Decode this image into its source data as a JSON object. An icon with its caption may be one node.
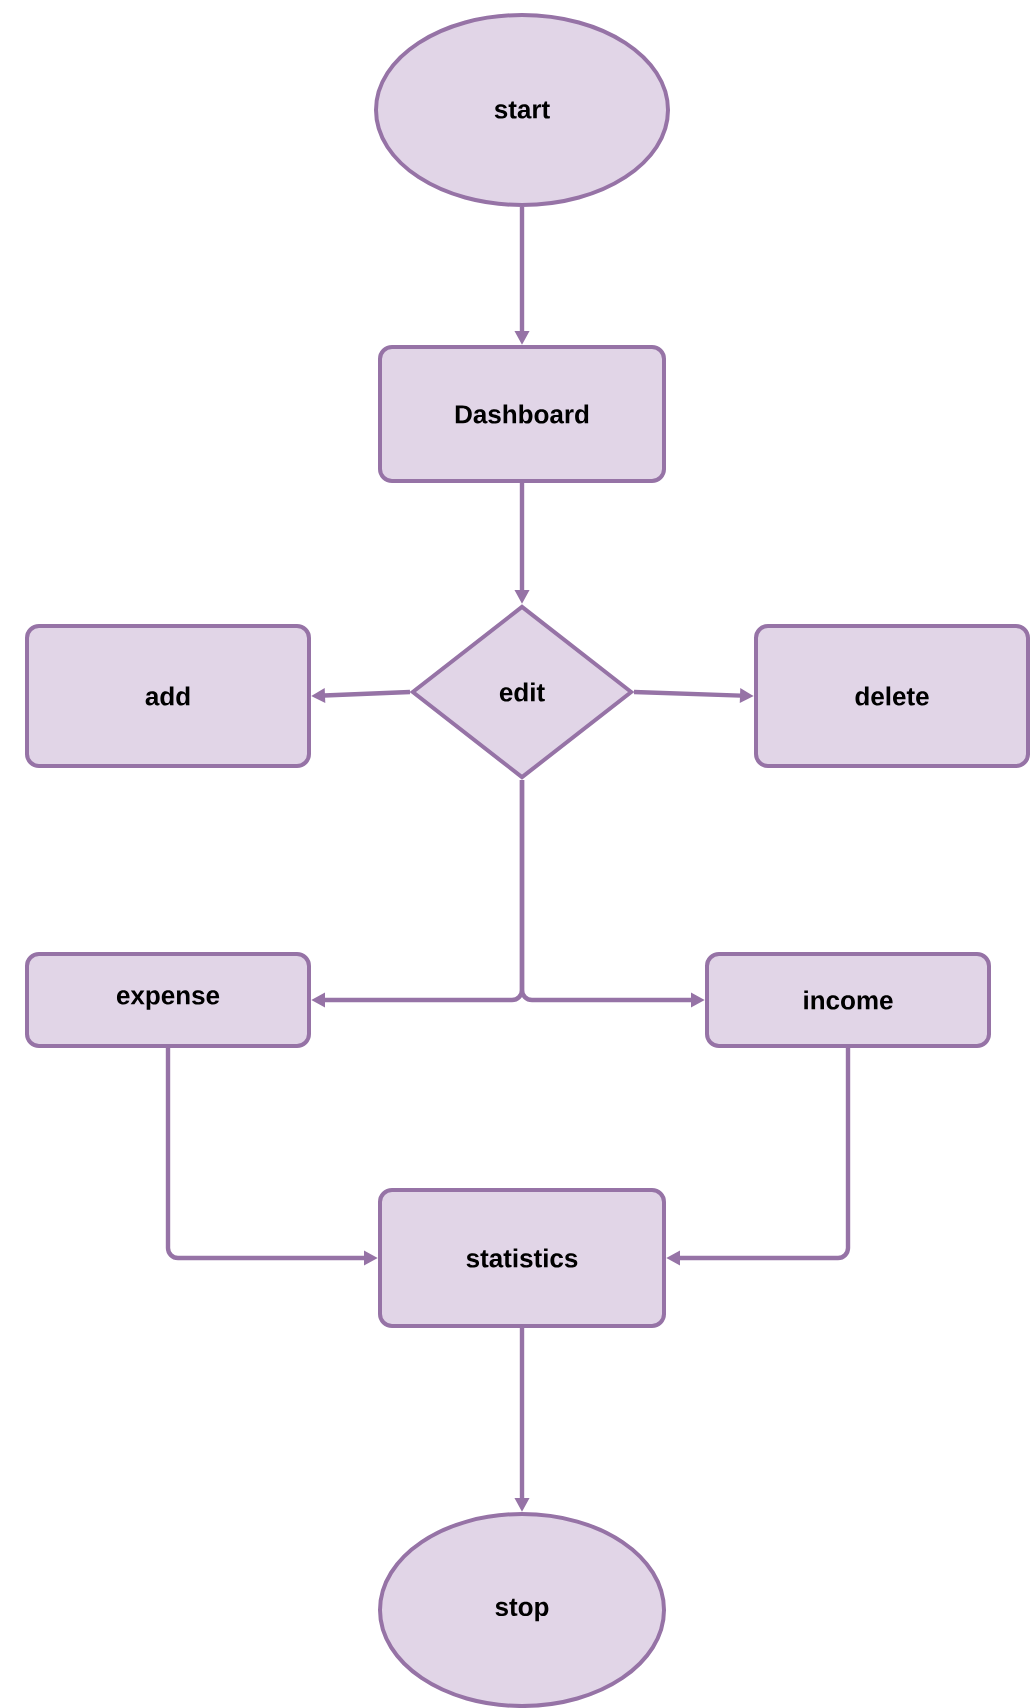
{
  "diagram": {
    "nodes": [
      {
        "text": [
          "start"
        ]
      },
      {
        "text": [
          "Dashboard"
        ]
      },
      {
        "text": [
          "edit"
        ]
      },
      {
        "text": [
          "add"
        ]
      },
      {
        "text": [
          "delete"
        ]
      },
      {
        "text": [
          "expense"
        ]
      },
      {
        "text": [
          "income"
        ]
      },
      {
        "text": [
          "statistics"
        ]
      },
      {
        "text": [
          "stop"
        ]
      }
    ],
    "edges": [
      {
        "from": 0,
        "to": 1,
        "arrow": "to"
      },
      {
        "from": 1,
        "to": 2,
        "arrow": "to"
      },
      {
        "from": 2,
        "to": 3,
        "arrow": "to"
      },
      {
        "from": 2,
        "to": 4,
        "arrow": "to"
      },
      {
        "from": 2,
        "to": 5,
        "arrow": "to"
      },
      {
        "from": 2,
        "to": 6,
        "arrow": "to"
      },
      {
        "from": 5,
        "to": 7,
        "arrow": "to"
      },
      {
        "from": 6,
        "to": 7,
        "arrow": "to"
      },
      {
        "from": 7,
        "to": 8,
        "arrow": "to"
      }
    ]
  }
}
